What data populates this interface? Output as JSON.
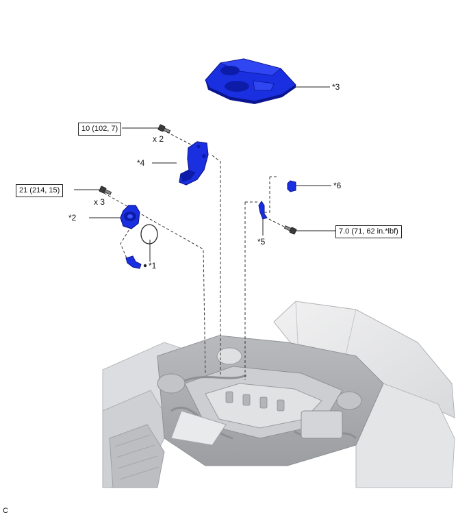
{
  "callouts": {
    "c1": "*1",
    "c2": "*2",
    "c3": "*3",
    "c4": "*4",
    "c5": "*5",
    "c6": "*6"
  },
  "quantities": {
    "q_bolts_4": "x 2",
    "q_bolts_2": "x 3"
  },
  "torques": {
    "t_4": "10 (102, 7)",
    "t_2": "21 (214, 15)",
    "t_5": "7.0 (71, 62 in.*lbf)"
  },
  "corner_code": "C",
  "colors": {
    "part_blue": "#1a2fe0",
    "part_blue_dark": "#0b1590",
    "line": "#333333",
    "engine_gray": "#c9cbcd"
  }
}
